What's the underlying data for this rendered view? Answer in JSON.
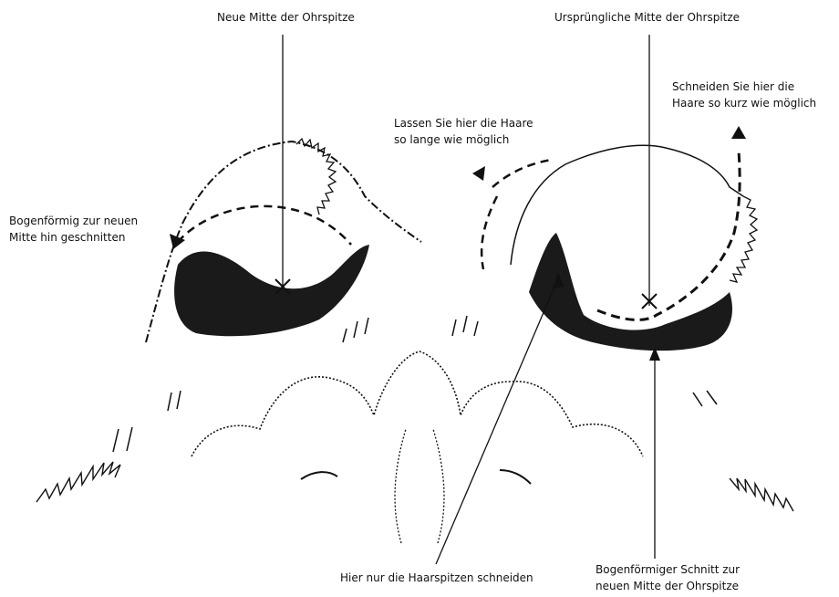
{
  "labels": {
    "new_center": "Neue Mitte der Ohrspitze",
    "original_center": "Ursprüngliche Mitte der Ohrspitze",
    "cut_short": [
      "Schneiden Sie hier die",
      "Haare so kurz wie möglich"
    ],
    "keep_long": [
      "Lassen Sie hier die Haare",
      "so lange wie möglich"
    ],
    "arc_to_new_center": [
      "Bogenförmig zur neuen",
      "Mitte hin geschnitten"
    ],
    "tips_only": "Hier nur die Haarspitzen schneiden",
    "arc_cut": [
      "Bogenförmiger Schnitt zur",
      "neuen Mitte der Ohrspitze"
    ]
  },
  "colors": {
    "ink": "#111111",
    "paper": "#ffffff"
  }
}
